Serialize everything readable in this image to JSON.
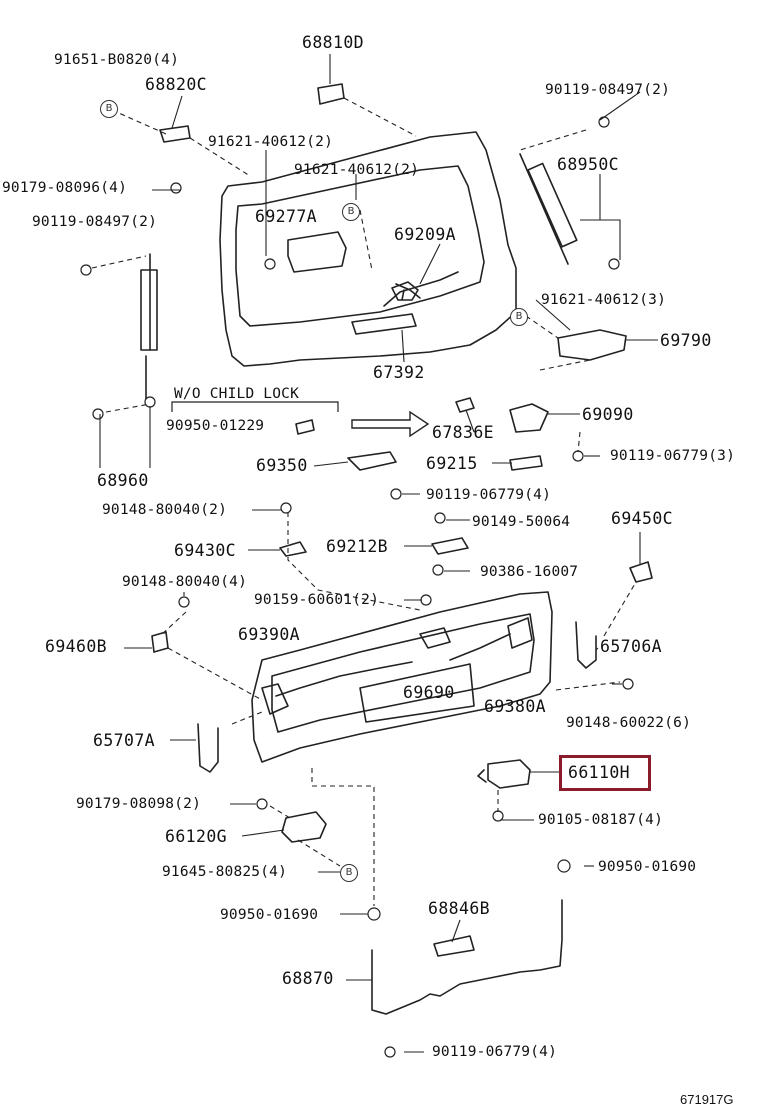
{
  "diagram": {
    "figure_code": "671917G",
    "highlighted_part": "66110H",
    "circle_marker": "B",
    "note": "W/O CHILD LOCK",
    "labels": {
      "p68810D": "68810D",
      "p91651": "91651-B0820(4)",
      "p68820C": "68820C",
      "p90119_a": "90119-08497(2)",
      "p91621_a": "91621-40612(2)",
      "p91621_b": "91621-40612(2)",
      "p68950C": "68950C",
      "p90179_a": "90179-08096(4)",
      "p90119_b": "90119-08497(2)",
      "p69277A": "69277A",
      "p69209A": "69209A",
      "p91621_c": "91621-40612(3)",
      "p69790": "69790",
      "p67392": "67392",
      "p90950_a": "90950-01229",
      "p69090": "69090",
      "p67836E": "67836E",
      "p90119_c": "90119-06779(3)",
      "p68960": "68960",
      "p69350": "69350",
      "p69215": "69215",
      "p90119_d": "90119-06779(4)",
      "p90148_a": "90148-80040(2)",
      "p90149": "90149-50064",
      "p69450C": "69450C",
      "p69430C": "69430C",
      "p69212B": "69212B",
      "p90386": "90386-16007",
      "p90148_b": "90148-80040(4)",
      "p90159": "90159-60601(2)",
      "p69460B": "69460B",
      "p69390A": "69390A",
      "p65706A": "65706A",
      "p69690": "69690",
      "p69380A": "69380A",
      "p90148_c": "90148-60022(6)",
      "p65707A": "65707A",
      "p66110H": "66110H",
      "p90179_b": "90179-08098(2)",
      "p90105": "90105-08187(4)",
      "p66120G": "66120G",
      "p91645": "91645-80825(4)",
      "p90950_b": "90950-01690",
      "p90950_c": "90950-01690",
      "p68846B": "68846B",
      "p68870": "68870",
      "p90119_e": "90119-06779(4)"
    }
  }
}
